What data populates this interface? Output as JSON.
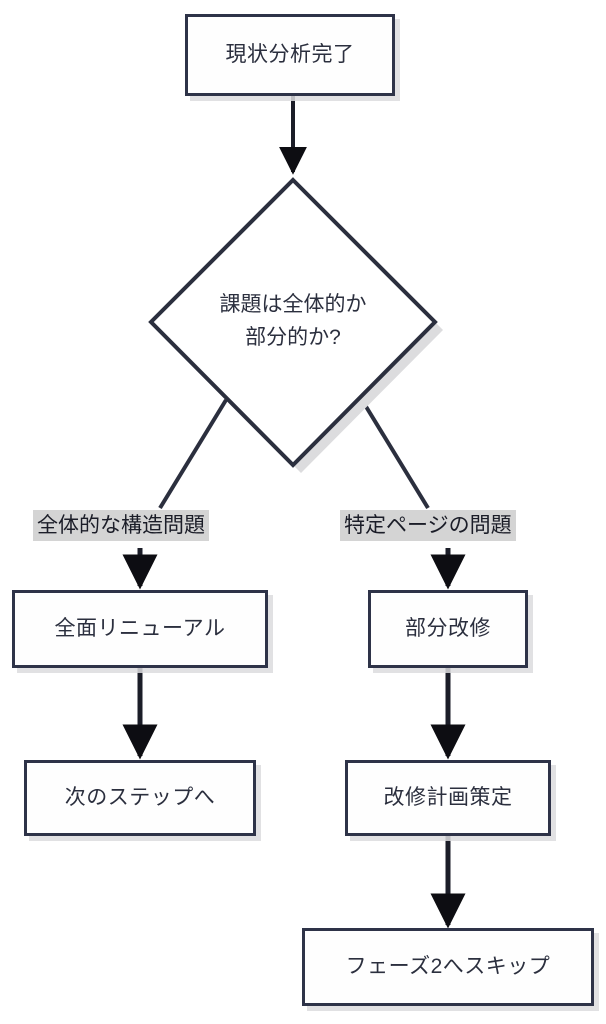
{
  "diagram": {
    "type": "flowchart",
    "orientation": "top-down",
    "title_text": "",
    "colors": {
      "node_border": "#2e3348",
      "node_fill": "#fefefe",
      "text": "#2b2f3e",
      "edge_line": "#1b1d28",
      "edge_label_background": "#d4d4d4",
      "shadow": "#dcdcde",
      "canvas_background": "#ffffff"
    },
    "nodes": [
      {
        "id": "start",
        "shape": "rectangle",
        "label": "現状分析完了"
      },
      {
        "id": "decision",
        "shape": "diamond",
        "label_line1": "課題は全体的か",
        "label_line2": "部分的か?"
      },
      {
        "id": "full_renewal",
        "shape": "rectangle",
        "label": "全面リニューアル"
      },
      {
        "id": "partial_repair",
        "shape": "rectangle",
        "label": "部分改修"
      },
      {
        "id": "next_step",
        "shape": "rectangle",
        "label": "次のステップへ"
      },
      {
        "id": "repair_plan",
        "shape": "rectangle",
        "label": "改修計画策定"
      },
      {
        "id": "skip_phase2",
        "shape": "rectangle",
        "label": "フェーズ2へスキップ"
      }
    ],
    "edges": [
      {
        "from": "start",
        "to": "decision",
        "label": ""
      },
      {
        "from": "decision",
        "to": "full_renewal",
        "label": "全体的な構造問題"
      },
      {
        "from": "decision",
        "to": "partial_repair",
        "label": "特定ページの問題"
      },
      {
        "from": "full_renewal",
        "to": "next_step",
        "label": ""
      },
      {
        "from": "partial_repair",
        "to": "repair_plan",
        "label": ""
      },
      {
        "from": "repair_plan",
        "to": "skip_phase2",
        "label": ""
      }
    ]
  }
}
